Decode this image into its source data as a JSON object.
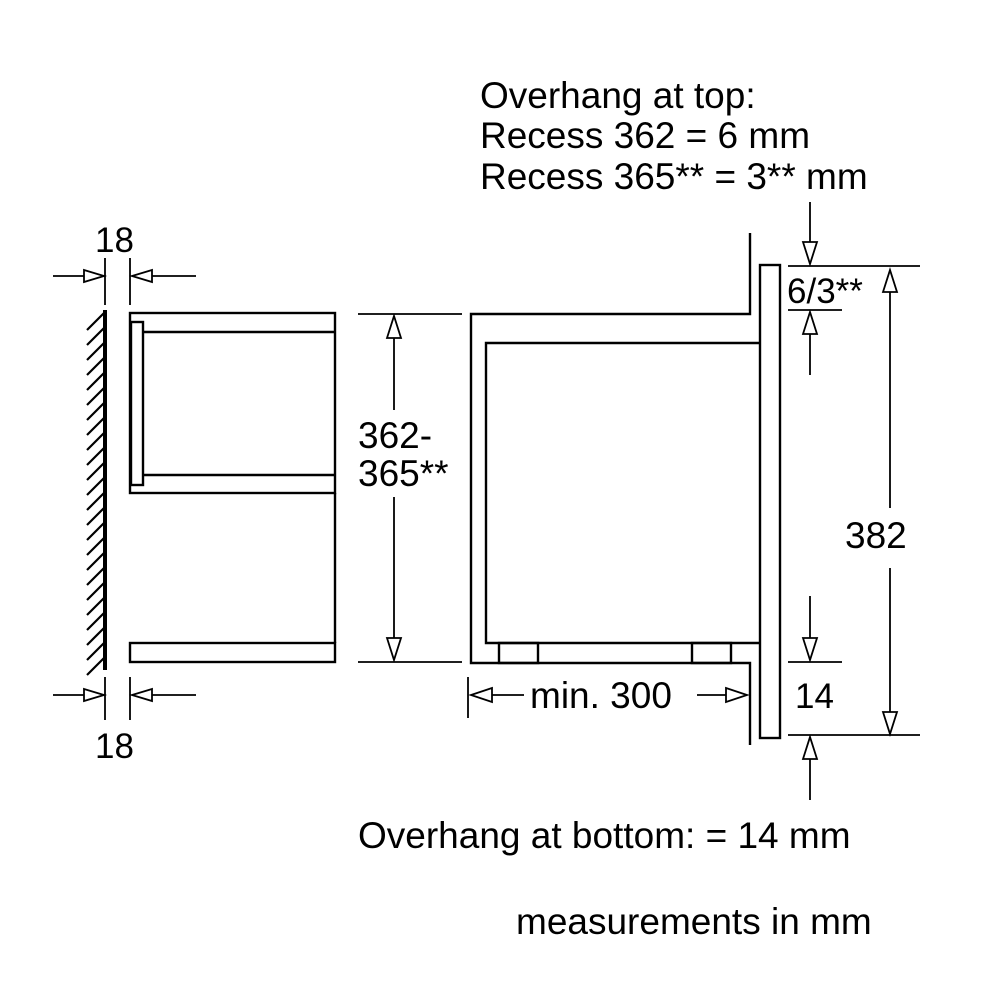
{
  "diagram": {
    "title_top": {
      "line1": "Overhang at top:",
      "line2": "Recess 362 = 6 mm",
      "line3": "Recess 365** = 3** mm"
    },
    "left_view": {
      "top_dimension": "18",
      "bottom_dimension": "18",
      "height_label_line1": "362-",
      "height_label_line2": "365**"
    },
    "right_view": {
      "top_gap_label": "6/3**",
      "total_height_label": "382",
      "bottom_gap_label": "14",
      "depth_label": "min. 300"
    },
    "footer": {
      "overhang_bottom": "Overhang at bottom: = 14 mm",
      "units_note": "measurements in mm"
    },
    "colors": {
      "line": "#000000",
      "background": "#ffffff"
    }
  }
}
